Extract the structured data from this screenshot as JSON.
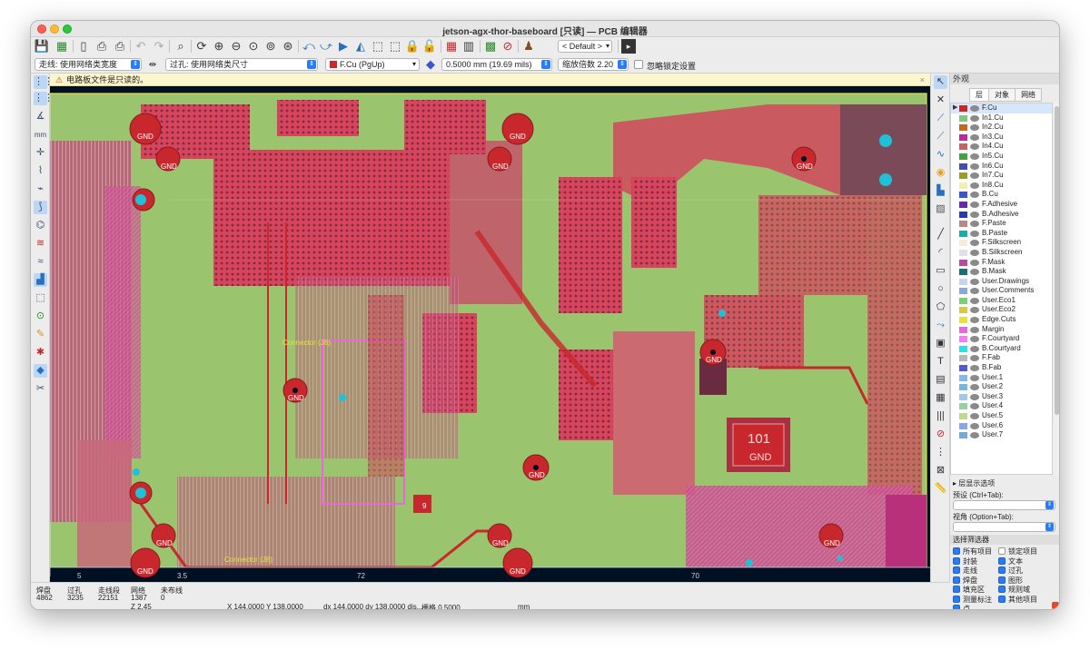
{
  "window": {
    "title": "jetson-agx-thor-baseboard [只读] — PCB 编辑器"
  },
  "toolbar": {
    "preset_select": "< Default >"
  },
  "toolbar2": {
    "track_width": "走线: 使用网络类宽度",
    "via_size": "过孔: 使用网络类尺寸",
    "active_layer": "F.Cu (PgUp)",
    "grid": "0.5000 mm (19.69 mils)",
    "zoom": "缩放倍数 2.20",
    "override_locks_label": "忽略锁定设置"
  },
  "infobar": {
    "message": "电路板文件是只读的。",
    "close": "×"
  },
  "canvas": {
    "gnd_label": "GND",
    "chip_label_1": "101",
    "chip_label_2": "GND",
    "ruler_1": "3.5",
    "ruler_2": "72",
    "ruler_3": "70",
    "ruler_4": "5",
    "connector_1": "Connector (J8)",
    "connector_2": "Connector (J8)",
    "via_9": "9"
  },
  "panel": {
    "appearance_title": "外观",
    "tabs": [
      "层",
      "对象",
      "网络"
    ],
    "layers": [
      {
        "name": "F.Cu",
        "color": "#c8282d",
        "current": true
      },
      {
        "name": "In1.Cu",
        "color": "#7fc87f"
      },
      {
        "name": "In2.Cu",
        "color": "#c26b1e"
      },
      {
        "name": "In3.Cu",
        "color": "#b82ca0"
      },
      {
        "name": "In4.Cu",
        "color": "#c46464"
      },
      {
        "name": "In5.Cu",
        "color": "#43a043"
      },
      {
        "name": "In6.Cu",
        "color": "#4050a8"
      },
      {
        "name": "In7.Cu",
        "color": "#9a9a30"
      },
      {
        "name": "In8.Cu",
        "color": "#f2efb0"
      },
      {
        "name": "B.Cu",
        "color": "#3a57c8"
      },
      {
        "name": "F.Adhesive",
        "color": "#6a2aa8"
      },
      {
        "name": "B.Adhesive",
        "color": "#2a3aa8"
      },
      {
        "name": "F.Paste",
        "color": "#b88888"
      },
      {
        "name": "B.Paste",
        "color": "#20a8a8"
      },
      {
        "name": "F.Silkscreen",
        "color": "#f2efe0"
      },
      {
        "name": "B.Silkscreen",
        "color": "#e0e0e8"
      },
      {
        "name": "F.Mask",
        "color": "#b848a0"
      },
      {
        "name": "B.Mask",
        "color": "#1a7070"
      },
      {
        "name": "User.Drawings",
        "color": "#c8d4e8"
      },
      {
        "name": "User.Comments",
        "color": "#8aa8d8"
      },
      {
        "name": "User.Eco1",
        "color": "#7ad07a"
      },
      {
        "name": "User.Eco2",
        "color": "#d8c848"
      },
      {
        "name": "Edge.Cuts",
        "color": "#e8e040"
      },
      {
        "name": "Margin",
        "color": "#e868d8"
      },
      {
        "name": "F.Courtyard",
        "color": "#f080f0"
      },
      {
        "name": "B.Courtyard",
        "color": "#30e0e0"
      },
      {
        "name": "F.Fab",
        "color": "#b8b8b8"
      },
      {
        "name": "B.Fab",
        "color": "#5858c8"
      },
      {
        "name": "User.1",
        "color": "#88b8e8"
      },
      {
        "name": "User.2",
        "color": "#78b8d8"
      },
      {
        "name": "User.3",
        "color": "#a0c8e8"
      },
      {
        "name": "User.4",
        "color": "#98d0a0"
      },
      {
        "name": "User.5",
        "color": "#c0d890"
      },
      {
        "name": "User.6",
        "color": "#88a8e0"
      },
      {
        "name": "User.7",
        "color": "#78a8d8"
      }
    ],
    "layer_display_options": "层显示选项",
    "preset_label": "预设 (Ctrl+Tab):",
    "viewport_label": "视角 (Option+Tab):",
    "filter_title": "选择筛选器",
    "filters": [
      {
        "label": "所有项目",
        "checked": true
      },
      {
        "label": "锁定项目",
        "checked": false
      },
      {
        "label": "封装",
        "checked": true
      },
      {
        "label": "文本",
        "checked": true
      },
      {
        "label": "走线",
        "checked": true
      },
      {
        "label": "过孔",
        "checked": true
      },
      {
        "label": "焊盘",
        "checked": true
      },
      {
        "label": "图形",
        "checked": true
      },
      {
        "label": "填充区",
        "checked": true
      },
      {
        "label": "规则域",
        "checked": true
      },
      {
        "label": "测量标注",
        "checked": true
      },
      {
        "label": "其他项目",
        "checked": true
      },
      {
        "label": "点",
        "checked": true
      }
    ]
  },
  "status": {
    "pads_label": "焊盘",
    "pads": "4862",
    "vias_label": "过孔",
    "vias": "3235",
    "tracks_label": "走线段",
    "tracks": "22151",
    "nets_label": "网络",
    "nets": "1387",
    "unrouted_label": "未布线",
    "unrouted": "0",
    "zoom": "Z 2.45",
    "coords": "X 144.0000  Y 138.0000",
    "delta": "dx 144.0000  dy 138.0000  dis...",
    "grid": "栅格 0.5000",
    "units": "mm"
  }
}
